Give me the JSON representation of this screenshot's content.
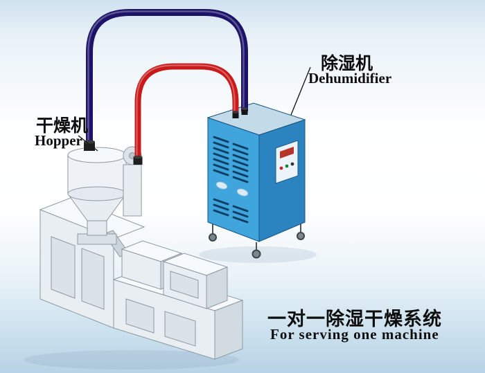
{
  "labels": {
    "hopper_zh": "干燥机",
    "hopper_en": "Hopper",
    "dehumidifier_zh": "除湿机",
    "dehumidifier_en": "Dehumidifier",
    "caption_zh": "一对一除湿干燥系统",
    "caption_en": "For serving one machine"
  },
  "colors": {
    "hot_air_pipe": "#c81a1a",
    "return_air_pipe": "#1c1368",
    "dehumidifier_front": "#3fa5dc",
    "dehumidifier_side": "#2b84c0",
    "dehumidifier_top": "#c3dbe9"
  }
}
